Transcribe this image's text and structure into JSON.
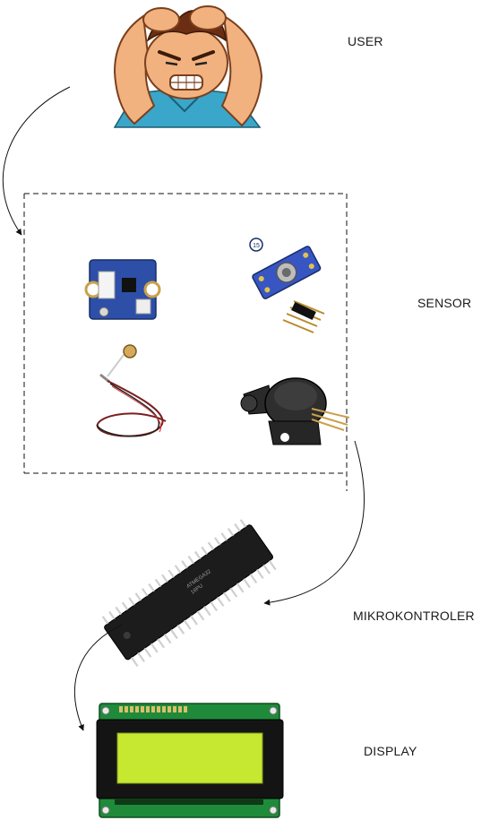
{
  "labels": {
    "user": "USER",
    "sensor": "SENSOR",
    "microcontroller": "MIKROKONTROLER",
    "display": "DISPLAY"
  },
  "chip": {
    "marking_1": "ATMEGA32",
    "marking_2": "16PU"
  },
  "colors": {
    "lcd_screen": "#c6e831",
    "pcb_green": "#1f8a3a",
    "sensor_board_blue": "#2d4fa8",
    "chip_body": "#1c1c1c",
    "user_shirt": "#3aa6c9",
    "user_skin": "#f2b27f"
  },
  "icons": [
    "angry-user-illustration",
    "sensor-module-icon",
    "ir-temperature-sensor-icon",
    "flex-sensor-icon",
    "pressure-sensor-icon",
    "microcontroller-chip-icon",
    "lcd-display-icon"
  ]
}
